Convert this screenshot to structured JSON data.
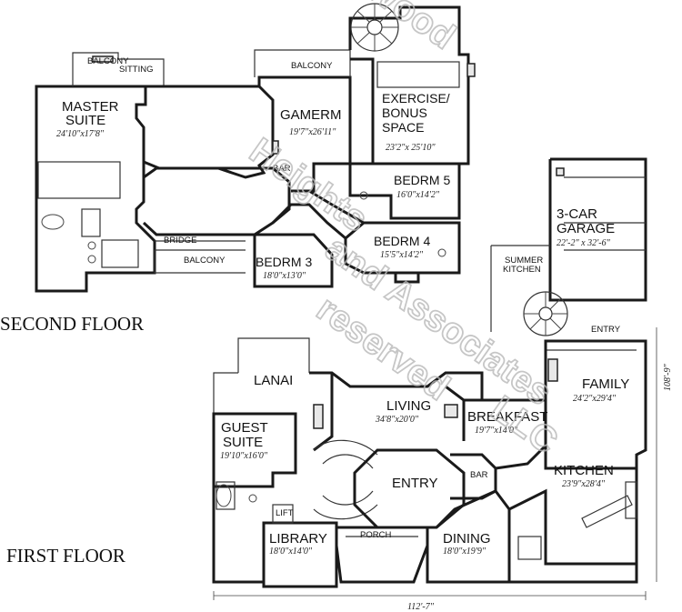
{
  "floors": {
    "second": "SECOND FLOOR",
    "first": "FIRST FLOOR"
  },
  "second_floor": {
    "balcony_top_left": "BALCONY",
    "sitting": "SITTING",
    "balcony_top": "BALCONY",
    "master_suite": {
      "name": "MASTER SUITE",
      "line1": "MASTER",
      "line2": "SUITE",
      "dims": "24'10\"x17'8\""
    },
    "gamerm": {
      "name": "GAMERM",
      "dims": "19'7\"x26'11\""
    },
    "bar": "BAR",
    "exercise": {
      "line1": "EXERCISE/",
      "line2": "BONUS",
      "line3": "SPACE",
      "dims": "23'2\"x 25'10\""
    },
    "bedrm5": {
      "name": "BEDRM 5",
      "dims": "16'0\"x14'2\""
    },
    "bedrm4": {
      "name": "BEDRM 4",
      "dims": "15'5\"x14'2\""
    },
    "bedrm3": {
      "name": "BEDRM 3",
      "dims": "18'0\"x13'0\""
    },
    "bridge": "BRIDGE",
    "balcony_bottom": "BALCONY"
  },
  "first_floor": {
    "garage": {
      "line1": "3-CAR",
      "line2": "GARAGE",
      "dims": "22'-2\" x 32'-6\""
    },
    "summer_kitchen": {
      "line1": "SUMMER",
      "line2": "KITCHEN"
    },
    "entry_small": "ENTRY",
    "lanai": "LANAI",
    "family": {
      "name": "FAMILY",
      "dims": "24'2\"x29'4\""
    },
    "living": {
      "name": "LIVING",
      "dims": "34'8\"x20'0\""
    },
    "breakfast": {
      "name": "BREAKFAST",
      "dims": "19'7\"x14'0\""
    },
    "guest_suite": {
      "line1": "GUEST",
      "line2": "SUITE",
      "dims": "19'10\"x16'0\""
    },
    "bar": "BAR",
    "entry": "ENTRY",
    "kitchen": {
      "name": "KITCHEN",
      "dims": "23'9\"x28'4\""
    },
    "lift": "LIFT",
    "library": {
      "name": "LIBRARY",
      "dims": "18'0\"x14'0\""
    },
    "porch": "PORCH",
    "dining": {
      "name": "DINING",
      "dims": "18'0\"x19'9\""
    }
  },
  "dimensions": {
    "overall_width": "112'-7\"",
    "overall_depth": "108'-9\""
  },
  "watermark": {
    "line1": "Preston Wood",
    "line2": "Heights",
    "line3": "and Associates",
    "line4": "reserved",
    "line5": "LLC"
  }
}
